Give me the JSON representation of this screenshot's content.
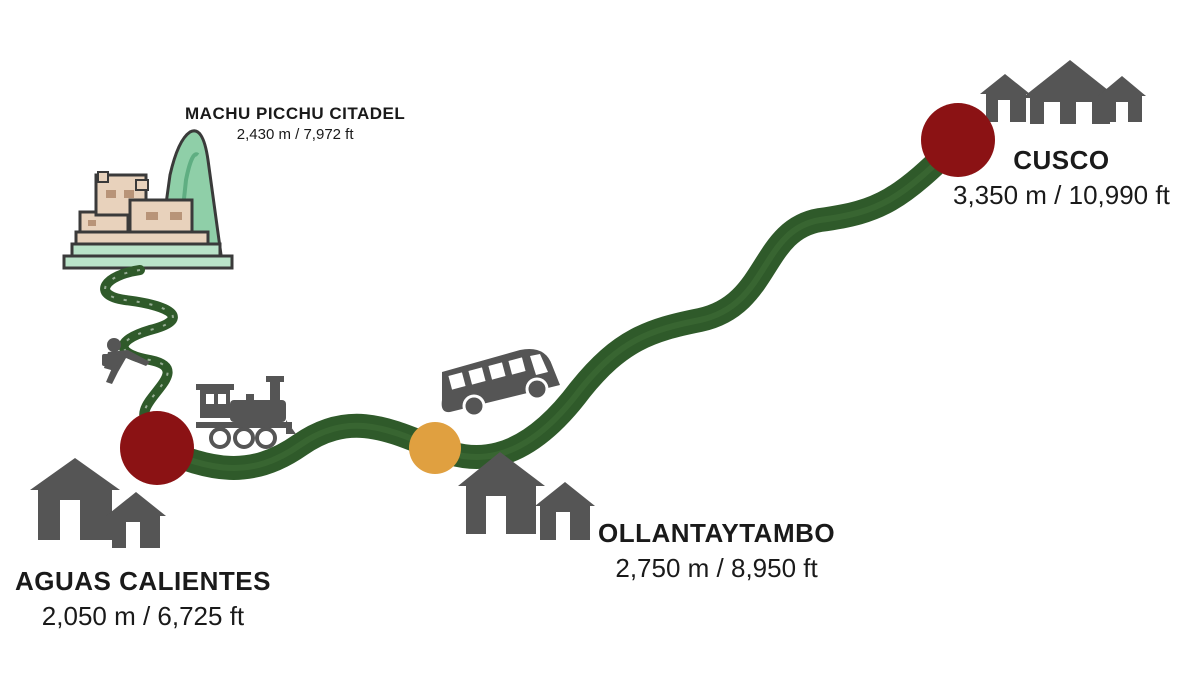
{
  "stops": [
    {
      "id": "machu-picchu",
      "name": "MACHU PICCHU CITADEL",
      "elevation": "2,430 m / 7,972 ft"
    },
    {
      "id": "cusco",
      "name": "CUSCO",
      "elevation": "3,350 m / 10,990 ft"
    },
    {
      "id": "ollantaytambo",
      "name": "OLLANTAYTAMBO",
      "elevation": "2,750 m / 8,950 ft"
    },
    {
      "id": "aguas-calientes",
      "name": "AGUAS CALIENTES",
      "elevation": "2,050 m / 6,725 ft"
    }
  ],
  "icons": [
    "citadel-mountain-icon",
    "houses-icon",
    "bus-icon",
    "train-icon",
    "hiker-icon"
  ],
  "colors": {
    "route": "#2f5a2a",
    "route_light": "#4a7a40",
    "stop_major": "#8b1214",
    "stop_minor": "#e0a040",
    "house": "#555555",
    "mountain": "#8fcfa8",
    "ruins": "#e8d2bc"
  }
}
